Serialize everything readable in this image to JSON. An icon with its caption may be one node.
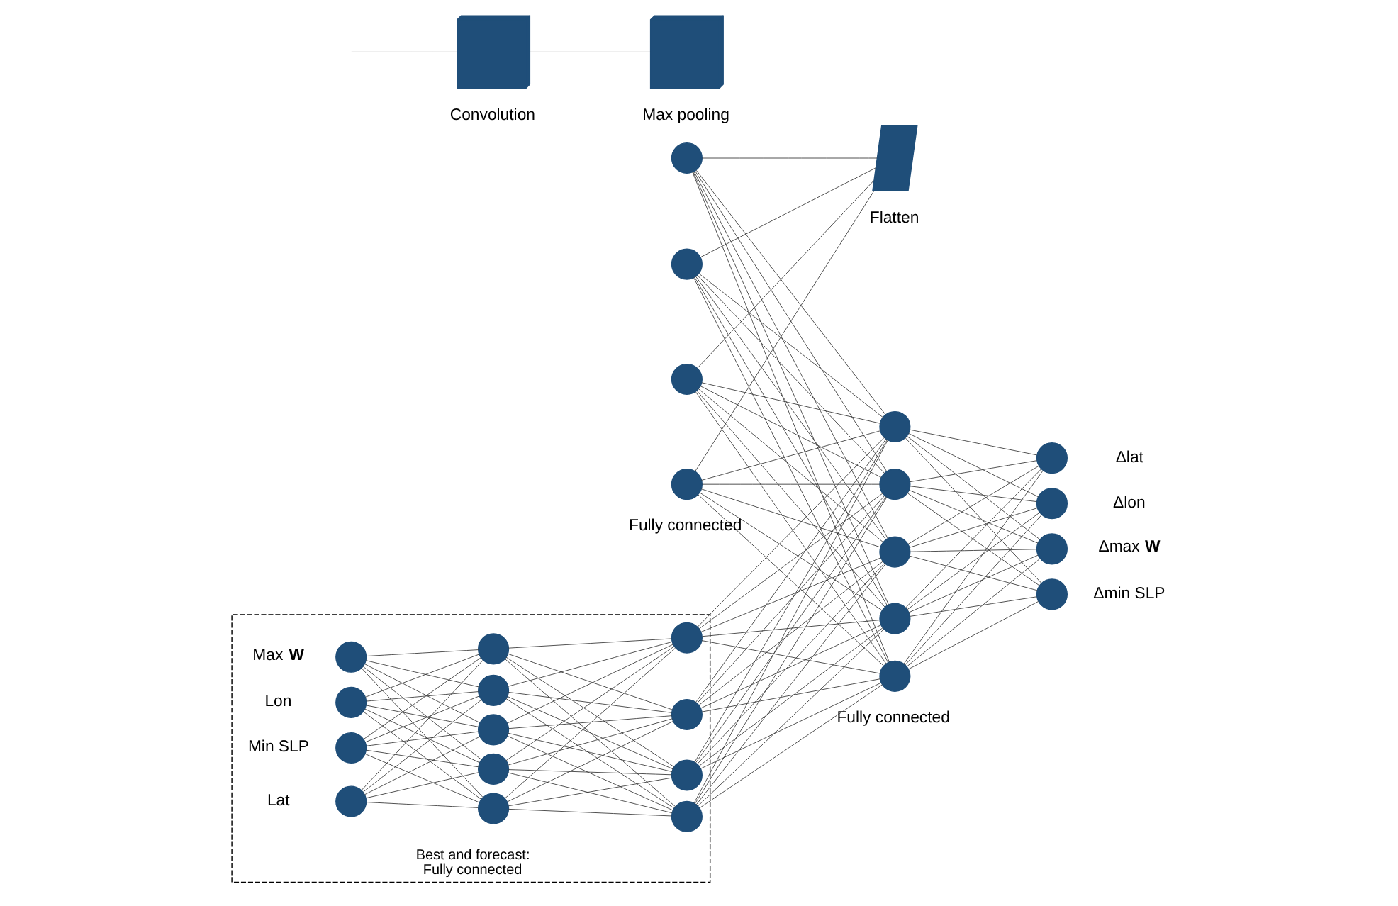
{
  "diagram": {
    "nodes": [
      {
        "text": [
          "Best and forecast:",
          "Fully connected"
        ]
      },
      {
        "text": [],
        "shape": "circle",
        "in": 0,
        "beside": [
          "Lat"
        ]
      },
      {
        "text": [],
        "shape": "circle",
        "in": 0,
        "beside": [
          "Lon"
        ]
      },
      {
        "text": [],
        "shape": "circle",
        "in": 0,
        "beside": [
          "Max **W**"
        ]
      },
      {
        "text": [],
        "shape": "circle",
        "in": 0,
        "beside": [
          "Min SLP"
        ]
      },
      {
        "text": [],
        "shape": "circle",
        "in": 0
      },
      {
        "text": [],
        "shape": "circle",
        "in": 0
      },
      {
        "text": [],
        "shape": "circle",
        "in": 0
      },
      {
        "text": [],
        "shape": "circle",
        "in": 0
      },
      {
        "text": [],
        "shape": "circle",
        "in": 0
      },
      {
        "text": [],
        "shape": "circle",
        "in": 0
      },
      {
        "text": [],
        "shape": "circle",
        "in": 0
      },
      {
        "text": [],
        "shape": "circle",
        "in": 0
      },
      {
        "text": [],
        "shape": "circle",
        "in": 0
      },
      {
        "text": [],
        "shape": "box",
        "beside": [
          "Convolution"
        ]
      },
      {
        "text": [],
        "shape": "box",
        "beside": [
          "Max pooling"
        ]
      },
      {
        "text": [],
        "shape": "parallelogram",
        "beside": [
          "Flatten"
        ]
      },
      {
        "text": [],
        "shape": "circle"
      },
      {
        "text": [],
        "shape": "circle"
      },
      {
        "text": [],
        "shape": "circle"
      },
      {
        "text": [],
        "shape": "circle"
      },
      {
        "text": [],
        "shape": "circle"
      },
      {
        "text": [],
        "shape": "circle"
      },
      {
        "text": [],
        "shape": "circle"
      },
      {
        "text": [],
        "shape": "circle"
      },
      {
        "text": [],
        "shape": "circle"
      },
      {
        "text": [],
        "shape": "circle",
        "beside": [
          "Δlat"
        ]
      },
      {
        "text": [],
        "shape": "circle",
        "beside": [
          "Δlon"
        ]
      },
      {
        "text": [],
        "shape": "circle",
        "beside": [
          "Δmax **W**"
        ]
      },
      {
        "text": [],
        "shape": "circle",
        "beside": [
          "Δmin SLP"
        ]
      }
    ],
    "edges": [
      {
        "from": null,
        "to": 14,
        "arrow": "none"
      },
      {
        "from": 14,
        "to": 15,
        "arrow": "none"
      },
      {
        "from": 16,
        "to": 17,
        "arrow": "none"
      },
      {
        "from": 16,
        "to": 18,
        "arrow": "none"
      },
      {
        "from": 16,
        "to": 19,
        "arrow": "none"
      },
      {
        "from": 16,
        "to": 20,
        "arrow": "none"
      },
      {
        "from": 1,
        "to": 5,
        "arrow": "none"
      },
      {
        "from": 1,
        "to": 6,
        "arrow": "none"
      },
      {
        "from": 1,
        "to": 7,
        "arrow": "none"
      },
      {
        "from": 1,
        "to": 8,
        "arrow": "none"
      },
      {
        "from": 1,
        "to": 9,
        "arrow": "none"
      },
      {
        "from": 2,
        "to": 5,
        "arrow": "none"
      },
      {
        "from": 2,
        "to": 6,
        "arrow": "none"
      },
      {
        "from": 2,
        "to": 7,
        "arrow": "none"
      },
      {
        "from": 2,
        "to": 8,
        "arrow": "none"
      },
      {
        "from": 2,
        "to": 9,
        "arrow": "none"
      },
      {
        "from": 3,
        "to": 5,
        "arrow": "none"
      },
      {
        "from": 3,
        "to": 6,
        "arrow": "none"
      },
      {
        "from": 3,
        "to": 7,
        "arrow": "none"
      },
      {
        "from": 3,
        "to": 8,
        "arrow": "none"
      },
      {
        "from": 3,
        "to": 9,
        "arrow": "none"
      },
      {
        "from": 4,
        "to": 5,
        "arrow": "none"
      },
      {
        "from": 4,
        "to": 6,
        "arrow": "none"
      },
      {
        "from": 4,
        "to": 7,
        "arrow": "none"
      },
      {
        "from": 4,
        "to": 8,
        "arrow": "none"
      },
      {
        "from": 4,
        "to": 9,
        "arrow": "none"
      },
      {
        "from": 5,
        "to": 10,
        "arrow": "none"
      },
      {
        "from": 5,
        "to": 11,
        "arrow": "none"
      },
      {
        "from": 5,
        "to": 12,
        "arrow": "none"
      },
      {
        "from": 5,
        "to": 13,
        "arrow": "none"
      },
      {
        "from": 6,
        "to": 10,
        "arrow": "none"
      },
      {
        "from": 6,
        "to": 11,
        "arrow": "none"
      },
      {
        "from": 6,
        "to": 12,
        "arrow": "none"
      },
      {
        "from": 6,
        "to": 13,
        "arrow": "none"
      },
      {
        "from": 7,
        "to": 10,
        "arrow": "none"
      },
      {
        "from": 7,
        "to": 11,
        "arrow": "none"
      },
      {
        "from": 7,
        "to": 12,
        "arrow": "none"
      },
      {
        "from": 7,
        "to": 13,
        "arrow": "none"
      },
      {
        "from": 8,
        "to": 10,
        "arrow": "none"
      },
      {
        "from": 8,
        "to": 11,
        "arrow": "none"
      },
      {
        "from": 8,
        "to": 12,
        "arrow": "none"
      },
      {
        "from": 8,
        "to": 13,
        "arrow": "none"
      },
      {
        "from": 9,
        "to": 10,
        "arrow": "none"
      },
      {
        "from": 9,
        "to": 11,
        "arrow": "none"
      },
      {
        "from": 9,
        "to": 12,
        "arrow": "none"
      },
      {
        "from": 9,
        "to": 13,
        "arrow": "none"
      },
      {
        "from": 10,
        "to": 21,
        "arrow": "none"
      },
      {
        "from": 10,
        "to": 22,
        "arrow": "none"
      },
      {
        "from": 10,
        "to": 23,
        "arrow": "none"
      },
      {
        "from": 10,
        "to": 24,
        "arrow": "none"
      },
      {
        "from": 10,
        "to": 25,
        "arrow": "none"
      },
      {
        "from": 11,
        "to": 21,
        "arrow": "none"
      },
      {
        "from": 11,
        "to": 22,
        "arrow": "none"
      },
      {
        "from": 11,
        "to": 23,
        "arrow": "none"
      },
      {
        "from": 11,
        "to": 24,
        "arrow": "none"
      },
      {
        "from": 11,
        "to": 25,
        "arrow": "none"
      },
      {
        "from": 12,
        "to": 21,
        "arrow": "none"
      },
      {
        "from": 12,
        "to": 22,
        "arrow": "none"
      },
      {
        "from": 12,
        "to": 23,
        "arrow": "none"
      },
      {
        "from": 12,
        "to": 24,
        "arrow": "none"
      },
      {
        "from": 12,
        "to": 25,
        "arrow": "none"
      },
      {
        "from": 13,
        "to": 21,
        "arrow": "none"
      },
      {
        "from": 13,
        "to": 22,
        "arrow": "none"
      },
      {
        "from": 13,
        "to": 23,
        "arrow": "none"
      },
      {
        "from": 13,
        "to": 24,
        "arrow": "none"
      },
      {
        "from": 13,
        "to": 25,
        "arrow": "none"
      },
      {
        "from": 17,
        "to": 21,
        "arrow": "none"
      },
      {
        "from": 17,
        "to": 22,
        "arrow": "none"
      },
      {
        "from": 17,
        "to": 23,
        "arrow": "none"
      },
      {
        "from": 17,
        "to": 24,
        "arrow": "none"
      },
      {
        "from": 17,
        "to": 25,
        "arrow": "none"
      },
      {
        "from": 18,
        "to": 21,
        "arrow": "none"
      },
      {
        "from": 18,
        "to": 22,
        "arrow": "none"
      },
      {
        "from": 18,
        "to": 23,
        "arrow": "none"
      },
      {
        "from": 18,
        "to": 24,
        "arrow": "none"
      },
      {
        "from": 18,
        "to": 25,
        "arrow": "none"
      },
      {
        "from": 19,
        "to": 21,
        "arrow": "none"
      },
      {
        "from": 19,
        "to": 22,
        "arrow": "none"
      },
      {
        "from": 19,
        "to": 23,
        "arrow": "none"
      },
      {
        "from": 19,
        "to": 24,
        "arrow": "none"
      },
      {
        "from": 19,
        "to": 25,
        "arrow": "none"
      },
      {
        "from": 20,
        "to": 21,
        "arrow": "none"
      },
      {
        "from": 20,
        "to": 22,
        "arrow": "none"
      },
      {
        "from": 20,
        "to": 23,
        "arrow": "none"
      },
      {
        "from": 20,
        "to": 24,
        "arrow": "none"
      },
      {
        "from": 20,
        "to": 25,
        "arrow": "none"
      },
      {
        "from": 21,
        "to": 26,
        "arrow": "none"
      },
      {
        "from": 21,
        "to": 27,
        "arrow": "none"
      },
      {
        "from": 21,
        "to": 28,
        "arrow": "none"
      },
      {
        "from": 21,
        "to": 29,
        "arrow": "none"
      },
      {
        "from": 22,
        "to": 26,
        "arrow": "none"
      },
      {
        "from": 22,
        "to": 27,
        "arrow": "none"
      },
      {
        "from": 22,
        "to": 28,
        "arrow": "none"
      },
      {
        "from": 22,
        "to": 29,
        "arrow": "none"
      },
      {
        "from": 23,
        "to": 26,
        "arrow": "none"
      },
      {
        "from": 23,
        "to": 27,
        "arrow": "none"
      },
      {
        "from": 23,
        "to": 28,
        "arrow": "none"
      },
      {
        "from": 23,
        "to": 29,
        "arrow": "none"
      },
      {
        "from": 24,
        "to": 26,
        "arrow": "none"
      },
      {
        "from": 24,
        "to": 27,
        "arrow": "none"
      },
      {
        "from": 24,
        "to": 28,
        "arrow": "none"
      },
      {
        "from": 24,
        "to": 29,
        "arrow": "none"
      },
      {
        "from": 25,
        "to": 26,
        "arrow": "none"
      },
      {
        "from": 25,
        "to": 27,
        "arrow": "none"
      },
      {
        "from": 25,
        "to": 28,
        "arrow": "none"
      },
      {
        "from": 25,
        "to": 29,
        "arrow": "none"
      }
    ],
    "labels": [
      "Fully connected",
      "Fully connected"
    ]
  }
}
